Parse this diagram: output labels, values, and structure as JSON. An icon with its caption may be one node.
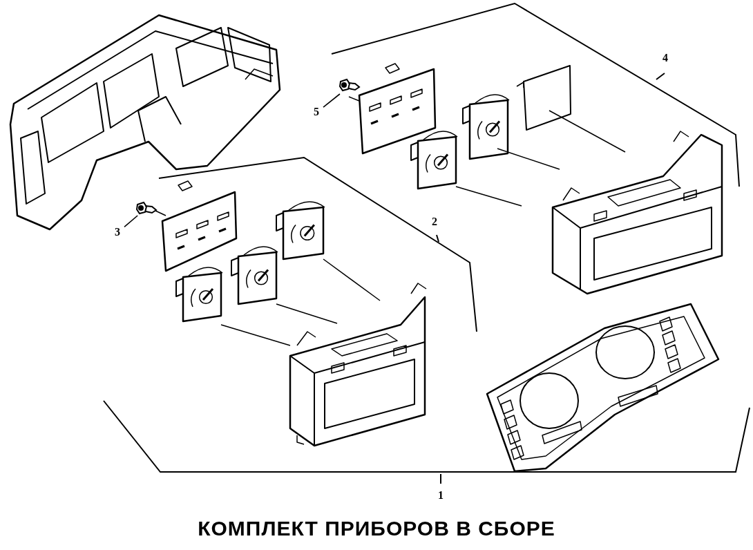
{
  "diagram": {
    "title": "КОМПЛЕКТ ПРИБОРОВ В СБОРЕ",
    "nodes": [
      {
        "text": [
          "1"
        ]
      },
      {
        "text": [
          "2"
        ]
      },
      {
        "text": [
          "3"
        ]
      },
      {
        "text": [
          "4"
        ]
      },
      {
        "text": [
          "5"
        ]
      },
      {
        "text": [],
        "shape": "picture"
      },
      {
        "text": [],
        "shape": "picture"
      }
    ],
    "edges": [
      {
        "from": 2,
        "to": 5,
        "arrow": "none"
      },
      {
        "from": 4,
        "to": 6,
        "arrow": "none"
      }
    ]
  }
}
